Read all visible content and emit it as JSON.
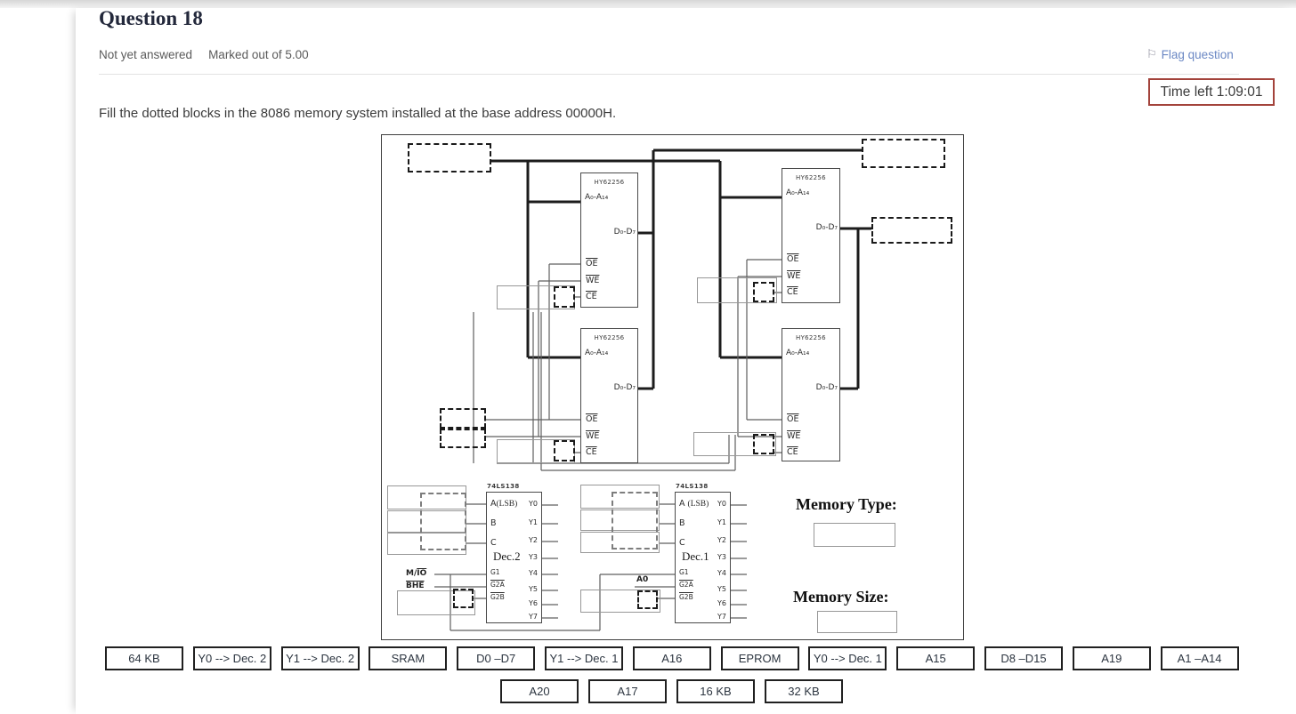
{
  "header": {
    "title": "Question 18",
    "status": "Not yet answered",
    "marks": "Marked out of 5.00",
    "flag_label": "Flag question",
    "timer_label": "Time left 1:09:01"
  },
  "question_text": "Fill the dotted blocks in the 8086 memory system installed at the base address 00000H.",
  "diagram": {
    "chip": {
      "name": "HY62256",
      "addr": "A₀-A₁₄",
      "data": "D₀-D₇",
      "pin_oe": "OE",
      "pin_we": "WE",
      "pin_ce": "CE"
    },
    "decoders": [
      {
        "part": "74LS138",
        "input_a": "A",
        "input_a_suffix": "(LSB)",
        "input_b": "B",
        "input_c": "C",
        "name": "Dec.2",
        "g1": "G1",
        "g2a": "G2A",
        "g2b": "G2B",
        "y": [
          "Y0",
          "Y1",
          "Y2",
          "Y3",
          "Y4",
          "Y5",
          "Y6",
          "Y7"
        ]
      },
      {
        "part": "74LS138",
        "input_a": "A",
        "input_a_suffix": "(LSB)",
        "input_b": "B",
        "input_c": "C",
        "name": "Dec.1",
        "g1": "G1",
        "g2a": "G2A",
        "g2b": "G2B",
        "y": [
          "Y0",
          "Y1",
          "Y2",
          "Y3",
          "Y4",
          "Y5",
          "Y6",
          "Y7"
        ]
      }
    ],
    "signals": {
      "mio_prefix": "M/",
      "mio_overline": "IO",
      "bhe": "BHE",
      "a0": "A0"
    },
    "memory_type_label": "Memory Type:",
    "memory_size_label": "Memory Size:"
  },
  "options": {
    "row1": [
      "64 KB",
      "Y0 --> Dec. 2",
      "Y1 --> Dec. 2",
      "SRAM",
      "D0 –D7",
      "Y1 --> Dec. 1",
      "A16",
      "EPROM",
      "Y0 --> Dec. 1",
      "A15",
      "D8 –D15",
      "A19",
      "A1 –A14"
    ],
    "row2": [
      "A20",
      "A17",
      "16 KB",
      "32 KB"
    ]
  },
  "colors": {
    "timer_border": "#a3433b",
    "link_blue": "#6b88c4"
  }
}
